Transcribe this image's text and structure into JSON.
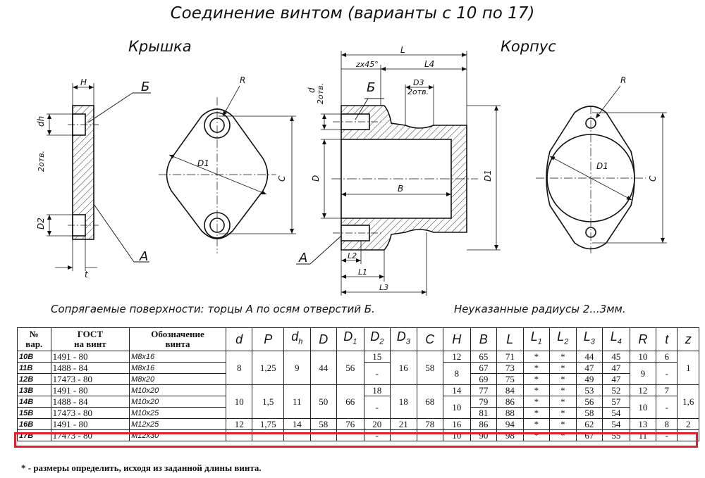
{
  "title": "Соединение винтом (варианты с 10 по 17)",
  "views": {
    "lid_label": "Крышка",
    "body_label": "Корпус",
    "marks": {
      "H": "H",
      "R": "R",
      "B_cyr": "Б",
      "A_cyr": "А",
      "D1": "D1",
      "C": "C",
      "dh": "dh",
      "two_holes": "2отв.",
      "D2": "D2",
      "t": "t",
      "L": "L",
      "L1": "L1",
      "L2": "L2",
      "L3": "L3",
      "L4": "L4",
      "zx45": "zx45°",
      "d": "d",
      "D": "D",
      "D3": "D3",
      "B": "B"
    }
  },
  "notes": {
    "mating": "Сопрягаемые поверхности: торцы А по осям отверстий Б.",
    "radii": "Неуказанные радиусы 2...3мм."
  },
  "table": {
    "headers": {
      "num": [
        "№",
        "вар."
      ],
      "gost": [
        "ГОСТ",
        "на винт"
      ],
      "designation": [
        "Обозначение",
        "винта"
      ],
      "symbols": [
        {
          "b": "d",
          "s": ""
        },
        {
          "b": "P",
          "s": ""
        },
        {
          "b": "d",
          "s": "h"
        },
        {
          "b": "D",
          "s": ""
        },
        {
          "b": "D",
          "s": "1"
        },
        {
          "b": "D",
          "s": "2"
        },
        {
          "b": "D",
          "s": "3"
        },
        {
          "b": "C",
          "s": ""
        },
        {
          "b": "H",
          "s": ""
        },
        {
          "b": "B",
          "s": ""
        },
        {
          "b": "L",
          "s": ""
        },
        {
          "b": "L",
          "s": "1"
        },
        {
          "b": "L",
          "s": "2"
        },
        {
          "b": "L",
          "s": "3"
        },
        {
          "b": "L",
          "s": "4"
        },
        {
          "b": "R",
          "s": ""
        },
        {
          "b": "t",
          "s": ""
        },
        {
          "b": "z",
          "s": ""
        }
      ]
    },
    "groups": [
      {
        "shared": {
          "d": "8",
          "P": "1,25",
          "dh": "9",
          "D": "44",
          "D1": "56",
          "D3": "16",
          "C": "58",
          "z": "1"
        },
        "rows": [
          {
            "var": "10В",
            "gost": "1491 - 80",
            "designation": "M8x16",
            "D2": "15",
            "H": "12",
            "B": "65",
            "L": "71",
            "L1": "*",
            "L2": "*",
            "L3": "44",
            "L4": "45",
            "R": "10",
            "t": "6"
          },
          {
            "var": "11В",
            "gost": "1488 - 84",
            "designation": "M8x16",
            "D2": "-",
            "H": "8",
            "B": "67",
            "L": "73",
            "L1": "*",
            "L2": "*",
            "L3": "47",
            "L4": "47",
            "R": "9",
            "t": "-"
          },
          {
            "var": "12В",
            "gost": "17473 - 80",
            "designation": "M8x20",
            "D2": "",
            "H": "",
            "B": "69",
            "L": "75",
            "L1": "*",
            "L2": "*",
            "L3": "49",
            "L4": "47",
            "R": "",
            "t": ""
          }
        ]
      },
      {
        "shared": {
          "d": "10",
          "P": "1,5",
          "dh": "11",
          "D": "50",
          "D1": "66",
          "D3": "18",
          "C": "68",
          "z": "1,6"
        },
        "rows": [
          {
            "var": "13В",
            "gost": "1491 - 80",
            "designation": "M10x20",
            "D2": "18",
            "H": "14",
            "B": "77",
            "L": "84",
            "L1": "*",
            "L2": "*",
            "L3": "53",
            "L4": "52",
            "R": "12",
            "t": "7"
          },
          {
            "var": "14В",
            "gost": "1488 - 84",
            "designation": "M10x20",
            "D2": "-",
            "H": "10",
            "B": "79",
            "L": "86",
            "L1": "*",
            "L2": "*",
            "L3": "56",
            "L4": "57",
            "R": "10",
            "t": "-"
          },
          {
            "var": "15В",
            "gost": "17473 - 80",
            "designation": "M10x25",
            "D2": "",
            "H": "",
            "B": "81",
            "L": "88",
            "L1": "*",
            "L2": "*",
            "L3": "58",
            "L4": "54",
            "R": "",
            "t": ""
          }
        ]
      }
    ],
    "row16": {
      "var": "16В",
      "gost": "1491 - 80",
      "designation": "M12x25",
      "d": "12",
      "P": "1,75",
      "dh": "14",
      "D": "58",
      "D1": "76",
      "D2": "20",
      "D3": "21",
      "C": "78",
      "H": "16",
      "B": "86",
      "L": "94",
      "L1": "*",
      "L2": "*",
      "L3": "62",
      "L4": "54",
      "R": "13",
      "t": "8",
      "z": "2"
    },
    "row17": {
      "var": "17В",
      "gost": "17473 - 80",
      "designation": "M12x30",
      "D2": "-",
      "H": "10",
      "B": "90",
      "L": "98",
      "L1": "*",
      "L2": "*",
      "L3": "67",
      "L4": "55",
      "R": "11",
      "t": "-"
    },
    "footnote": "* - размеры определить, исходя из заданной длины винта."
  },
  "highlight_color": "#e0202a"
}
